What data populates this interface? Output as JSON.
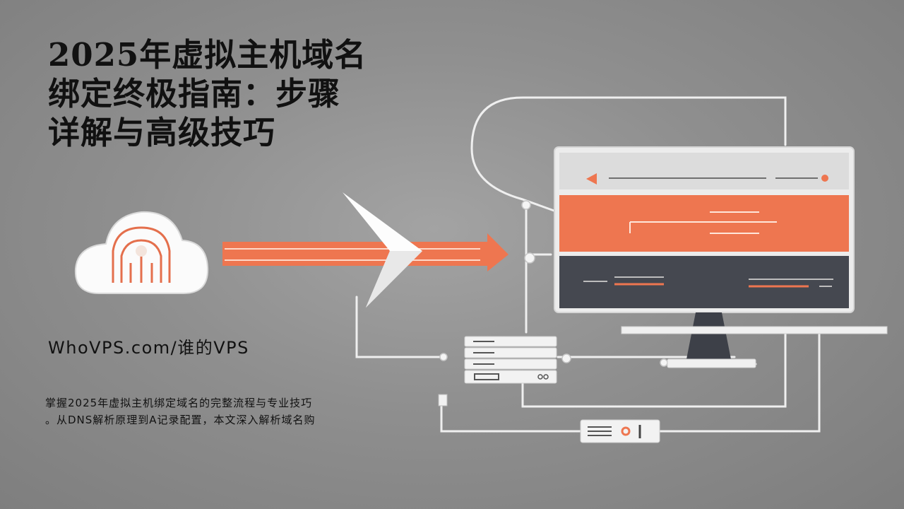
{
  "title_lines": [
    "2025年虚拟主机域名",
    "绑定终极指南：步骤",
    "详解与高级技巧"
  ],
  "site": "WhoVPS.com/谁的VPS",
  "description_lines": [
    "掌握2025年虚拟主机绑定域名的完整流程与专业技巧",
    "。从DNS解析原理到A记录配置，本文深入解析域名购"
  ],
  "colors": {
    "background": "#8f8f8f",
    "accent": "#ee7650",
    "dark_panel": "#454850",
    "text": "#111111"
  },
  "icons": [
    "cloud-server-icon",
    "arrow-icon",
    "monitor-icon",
    "server-rack-icon",
    "network-device-icon"
  ]
}
